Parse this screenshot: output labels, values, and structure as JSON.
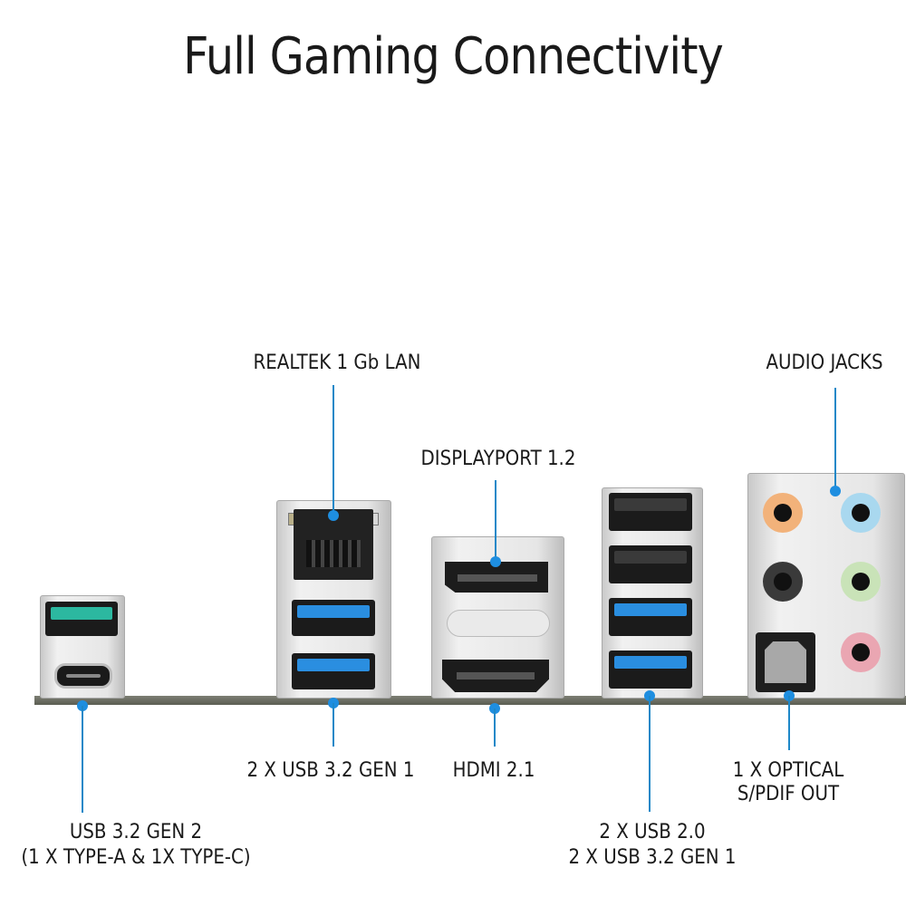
{
  "title": "Full Gaming Connectivity",
  "accent_color": "#1e88c8",
  "callouts": {
    "lan": "REALTEK 1 Gb LAN",
    "displayport": "DISPLAYPORT 1.2",
    "audio": "AUDIO JACKS",
    "usb_front": "2 X USB 3.2 GEN 1",
    "hdmi": "HDMI 2.1",
    "optical_line1": "1 X OPTICAL",
    "optical_line2": "S/PDIF OUT",
    "usb_gen2_line1": "USB 3.2 GEN 2",
    "usb_gen2_line2": "(1 X TYPE-A & 1X TYPE-C)",
    "usb_stack_line1": "2 X USB 2.0",
    "usb_stack_line2": "2 X USB 3.2 GEN 1"
  },
  "ports": {
    "audio_jack_colors": [
      "#f2b27a",
      "#a9d8ef",
      "#3a3a3a",
      "#c9e3b8",
      "#eaa6b2"
    ]
  }
}
